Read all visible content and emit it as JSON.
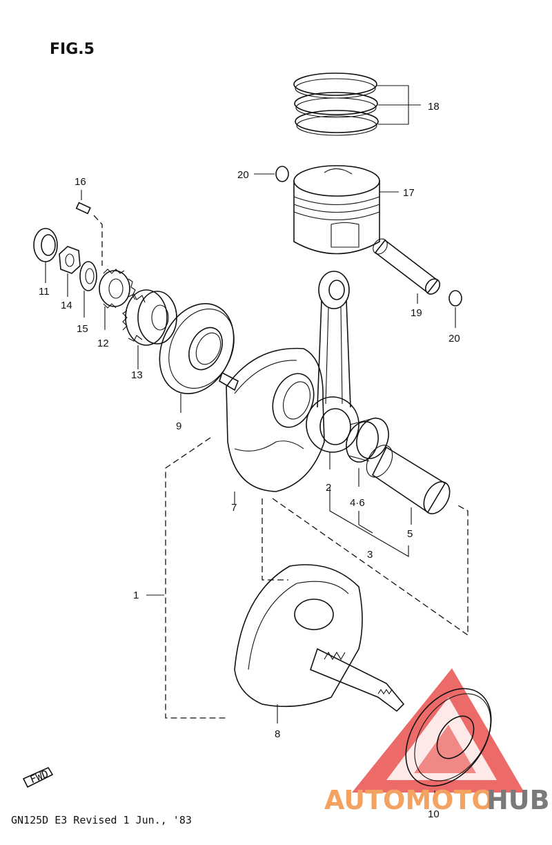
{
  "figure": {
    "title": "FIG.5",
    "footer": "GN125D E3 Revised 1 Jun., '83",
    "fwd_label": "FWD"
  },
  "part_labels": [
    {
      "id": "p1",
      "text": "1"
    },
    {
      "id": "p2",
      "text": "2"
    },
    {
      "id": "p3",
      "text": "3"
    },
    {
      "id": "p46",
      "text": "4·6"
    },
    {
      "id": "p5",
      "text": "5"
    },
    {
      "id": "p7",
      "text": "7"
    },
    {
      "id": "p8",
      "text": "8"
    },
    {
      "id": "p9",
      "text": "9"
    },
    {
      "id": "p10",
      "text": "10"
    },
    {
      "id": "p11",
      "text": "11"
    },
    {
      "id": "p12",
      "text": "12"
    },
    {
      "id": "p13",
      "text": "13"
    },
    {
      "id": "p14",
      "text": "14"
    },
    {
      "id": "p15",
      "text": "15"
    },
    {
      "id": "p16",
      "text": "16"
    },
    {
      "id": "p17",
      "text": "17"
    },
    {
      "id": "p18",
      "text": "18"
    },
    {
      "id": "p19",
      "text": "19"
    },
    {
      "id": "p20a",
      "text": "20"
    },
    {
      "id": "p20b",
      "text": "20"
    }
  ],
  "watermark": {
    "part1": "AUTOMOTO",
    "part2": "HUB",
    "color_main": "#f4a261",
    "color_hub": "#7a7a7a",
    "triangle_color": "#e53935"
  }
}
